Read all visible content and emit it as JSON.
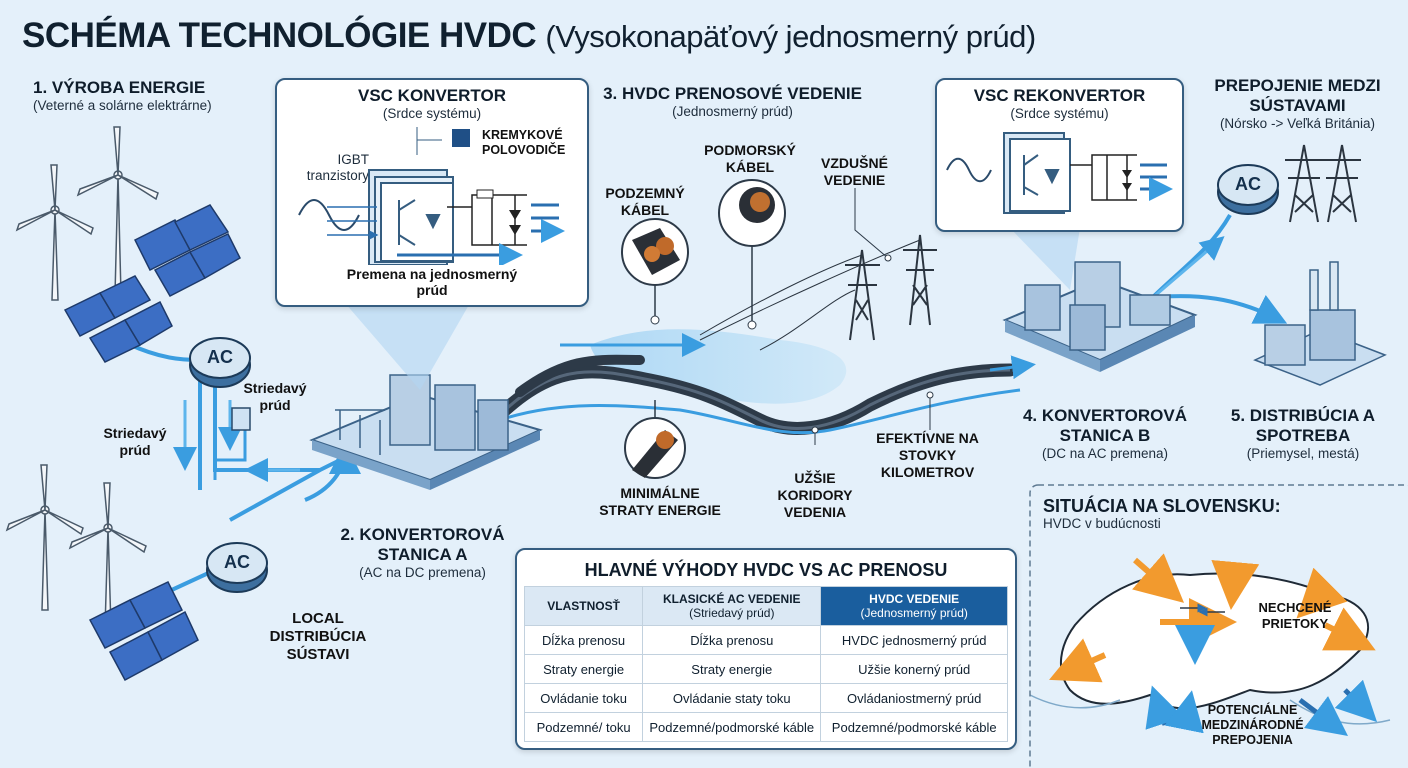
{
  "title": {
    "main": "SCHÉMA TECHNOLÓGIE HVDC",
    "sub": "(Vysokonapäťový jednosmerný prúd)"
  },
  "sections": {
    "s1": {
      "title": "1. VÝROBA ENERGIE",
      "sub": "(Veterné a solárne elektrárne)"
    },
    "vsc": {
      "title": "VSC KONVERTOR",
      "sub": "(Srdce systému)",
      "igbt": "IGBT tranzistory",
      "chip": "KREMYKOVÉ POLOVODIČE",
      "note": "Premena na jednosmerný prúd"
    },
    "s3": {
      "title": "3. HVDC PRENOSOVÉ VEDENIE",
      "sub": "(Jednosmerný prúd)"
    },
    "vscr": {
      "title": "VSC REKONVERTOR",
      "sub": "(Srdce systému)"
    },
    "interconnect": {
      "title": "PREPOJENIE MEDZI SÚSTAVAMI",
      "sub": "(Nórsko -> Veľká Británia)"
    },
    "s2": {
      "title": "2. KONVERTOROVÁ STANICA A",
      "sub": "(AC na DC premena)"
    },
    "s4": {
      "title": "4. KONVERTOROVÁ STANICA B",
      "sub": "(DC na AC premena)"
    },
    "s5": {
      "title": "5. DISTRIBÚCIA A SPOTREBA",
      "sub": "(Priemysel, mestá)"
    }
  },
  "labels": {
    "ac": "AC",
    "striedavy1": "Striedavý prúd",
    "striedavy2": "Striedavý prúd",
    "local": "LOCAL DISTRIBÚCIA SÚSTAVI",
    "podzemny": "PODZEMNÝ KÁBEL",
    "podmorsky": "PODMORSKÝ KÁBEL",
    "vzdusne": "VZDUŠNÉ VEDENIE",
    "minimalne": "MINIMÁLNE STRATY ENERGIE",
    "uzsie": "UŽŠIE KORIDORY VEDENIA",
    "efektivne": "EFEKTÍVNE NA STOVKY KILOMETROV"
  },
  "advantages": {
    "title": "HLAVNÉ VÝHODY HVDC VS AC PRENOSU",
    "headers": [
      {
        "l1": "VLASTNOSŤ",
        "l2": ""
      },
      {
        "l1": "KLASICKÉ AC VEDENIE",
        "l2": "(Striedavý prúd)"
      },
      {
        "l1": "HVDC VEDENIE",
        "l2": "(Jednosmerný prúd)"
      }
    ],
    "rows": [
      [
        "Dĺžka prenosu",
        "Dĺžka prenosu",
        "HVDC jednosmerný prúd"
      ],
      [
        "Straty energie",
        "Straty energie",
        "Užšie konerný prúd"
      ],
      [
        "Ovládanie toku",
        "Ovládanie staty toku",
        "Ovládaniostmerný prúd"
      ],
      [
        "Podzemné/ toku",
        "Podzemné/podmorské káble",
        "Podzemné/podmorské káble"
      ]
    ]
  },
  "slovakia": {
    "title": "SITUÁCIA NA SLOVENSKU:",
    "sub": "HVDC v budúcnosti",
    "unwanted": "NECHCENÉ PRIETOKY",
    "potential": "POTENCIÁLNE MEDZINÁRODNÉ PREPOJENIA"
  },
  "colors": {
    "flow": "#3a9de0",
    "cable": "#2d3a48",
    "orange": "#f29a2e",
    "border": "#355d80",
    "hvdcHeader": "#1a5e9e"
  },
  "icons": [
    "wind-turbine-icon",
    "solar-panel-icon",
    "transformer-icon",
    "pylon-icon",
    "factory-icon",
    "chip-icon",
    "cable-cross-section-icon",
    "sine-wave-icon",
    "igbt-symbol-icon"
  ]
}
